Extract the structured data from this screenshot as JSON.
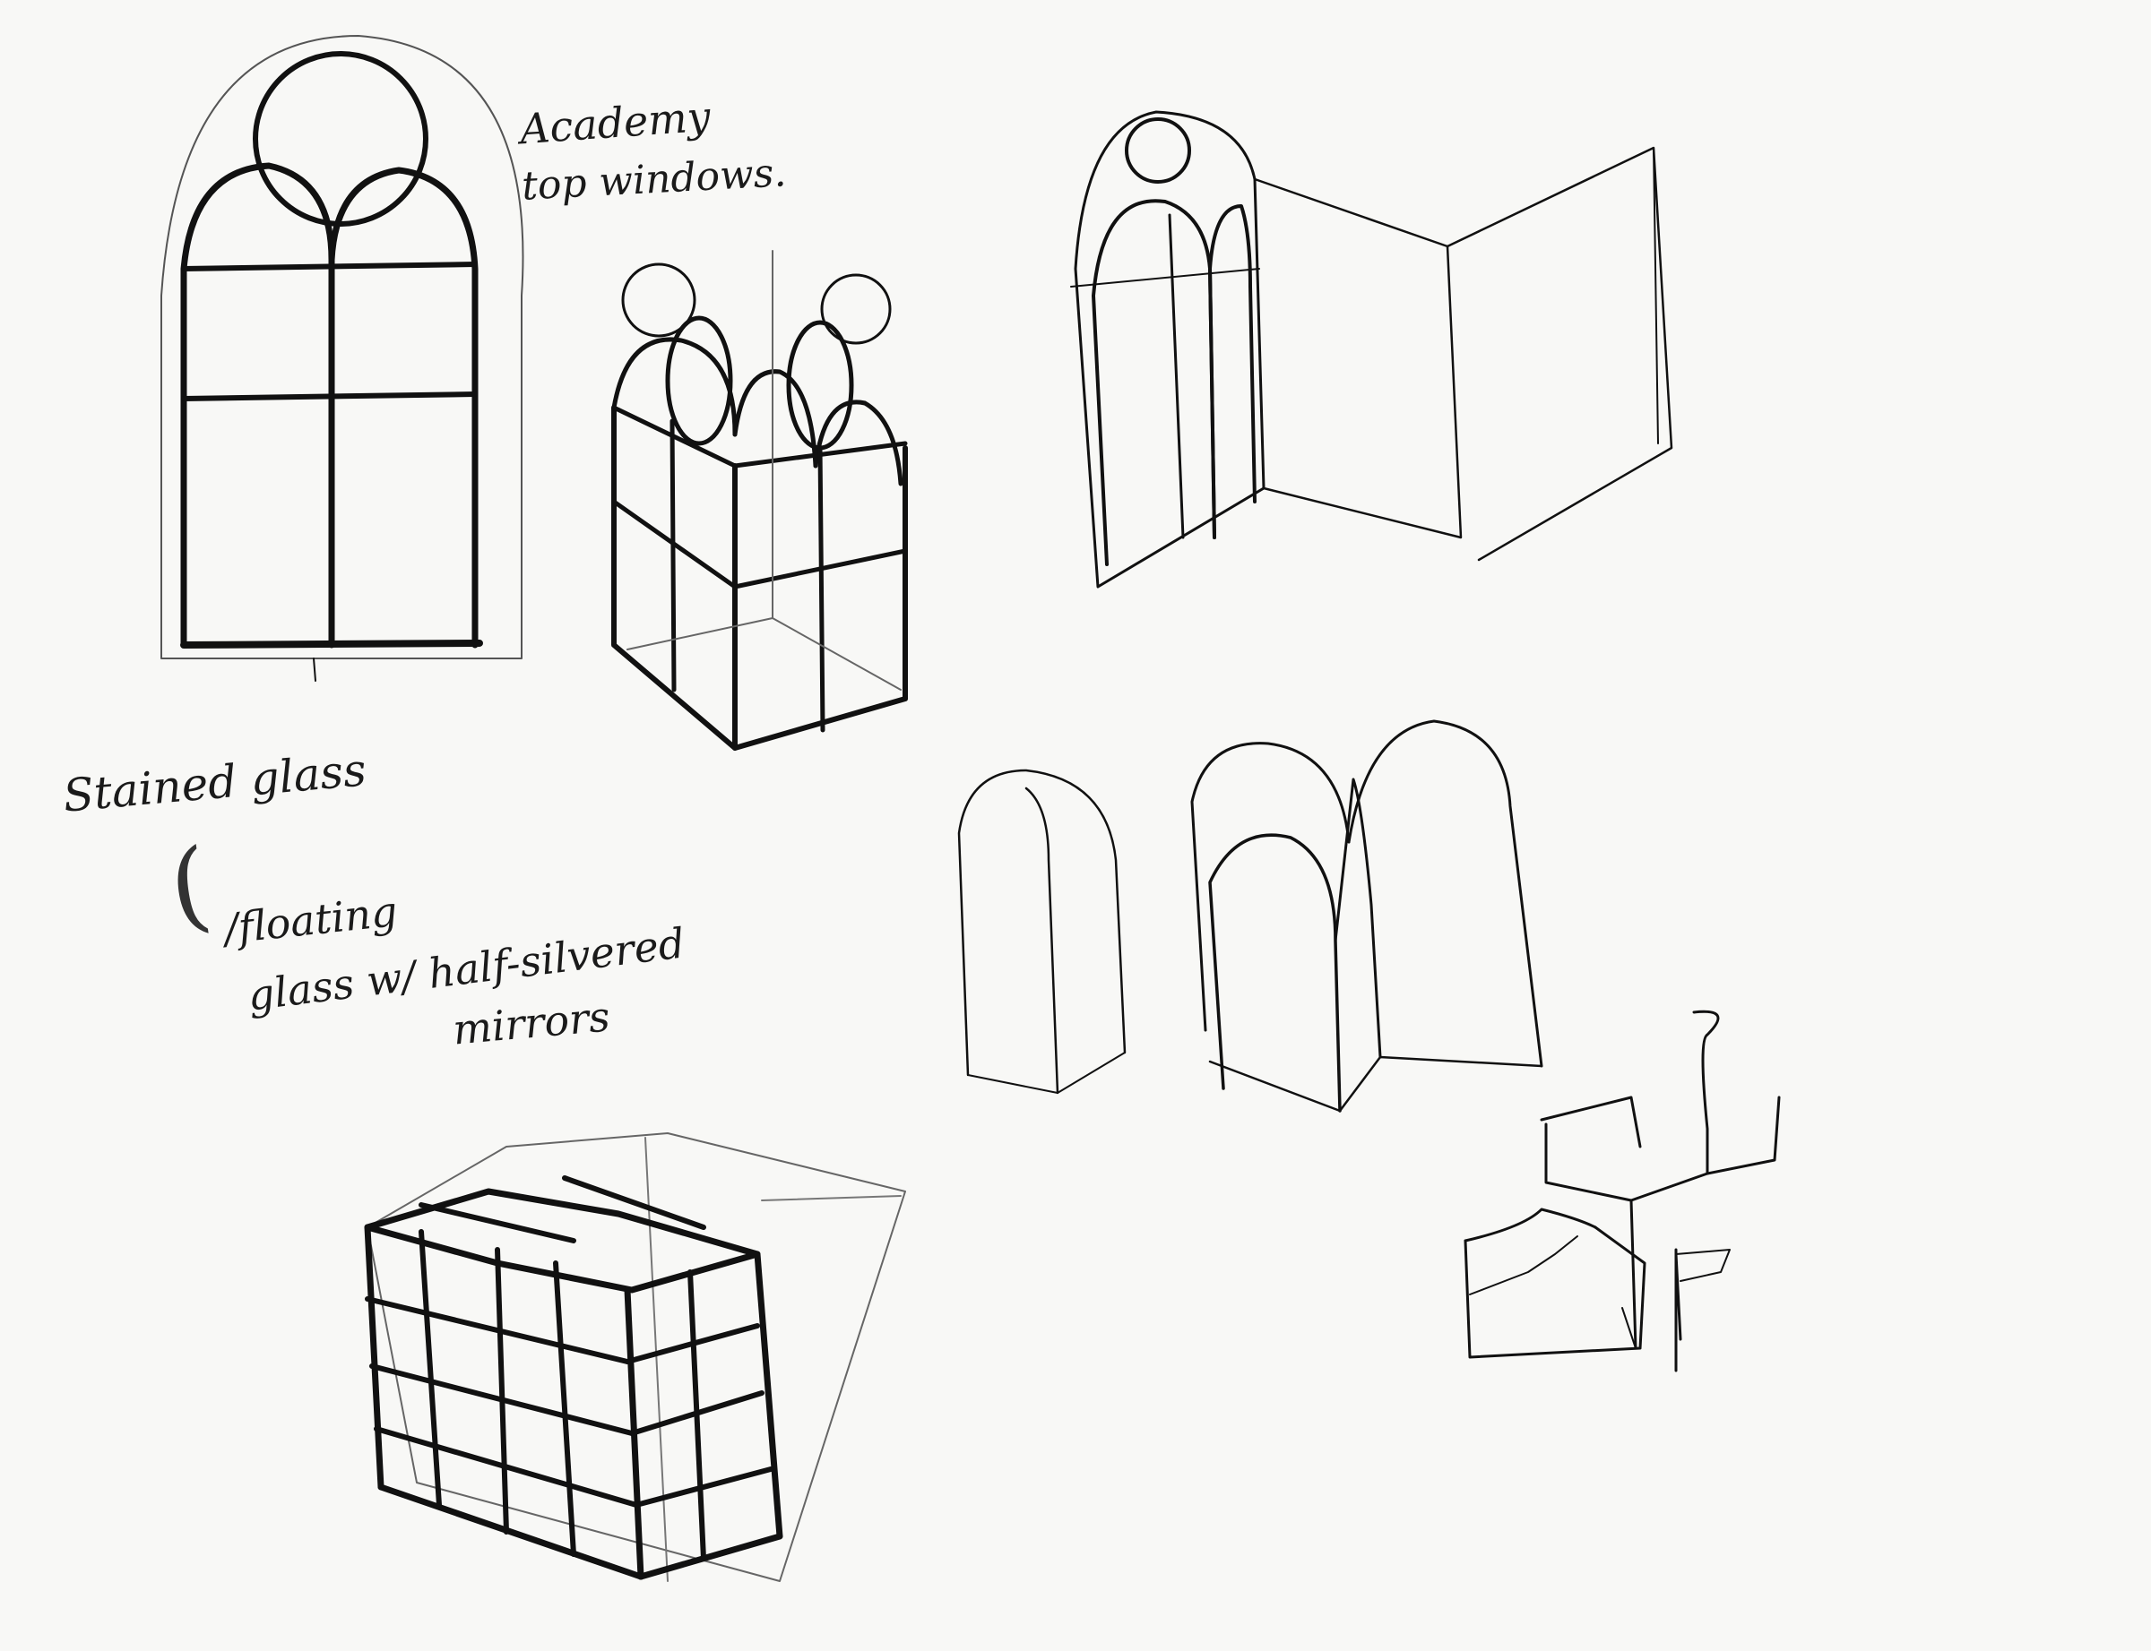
{
  "notes": {
    "line1": "Academy",
    "line2": "top windows.",
    "line3": "Stained glass",
    "line4": "/floating",
    "line5": "glass w/ half-silvered",
    "line6": "mirrors"
  },
  "ink_color": "#111111",
  "paper_color": "#f8f8f6"
}
